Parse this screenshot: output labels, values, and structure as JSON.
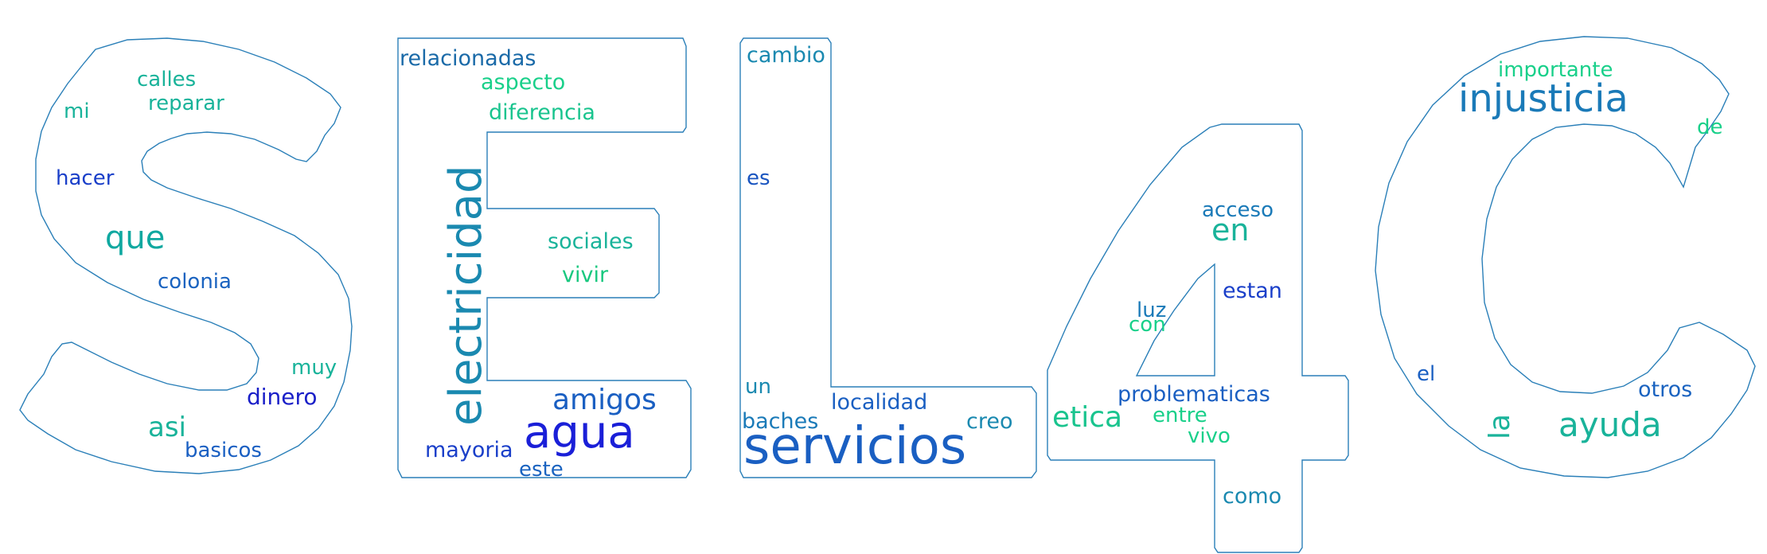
{
  "shape_letters": [
    "S",
    "E",
    "L",
    "4",
    "C"
  ],
  "outline_color": "#2a7fb8",
  "words": [
    {
      "text": "calles",
      "color": "#19b39a"
    },
    {
      "text": "reparar",
      "color": "#19b39a"
    },
    {
      "text": "mi",
      "color": "#19b39a"
    },
    {
      "text": "hacer",
      "color": "#1a3fc9"
    },
    {
      "text": "que",
      "color": "#0fa8a0"
    },
    {
      "text": "colonia",
      "color": "#1a63c0"
    },
    {
      "text": "muy",
      "color": "#19b39a"
    },
    {
      "text": "dinero",
      "color": "#1a1fc8"
    },
    {
      "text": "asi",
      "color": "#19b39a"
    },
    {
      "text": "basicos",
      "color": "#1a5fc2"
    },
    {
      "text": "relacionadas",
      "color": "#1a6aa8"
    },
    {
      "text": "aspecto",
      "color": "#19d08a"
    },
    {
      "text": "diferencia",
      "color": "#19c48e"
    },
    {
      "text": "electricidad",
      "color": "#1a89b0"
    },
    {
      "text": "sociales",
      "color": "#19b39a"
    },
    {
      "text": "vivir",
      "color": "#19c87f"
    },
    {
      "text": "amigos",
      "color": "#1a5fc2"
    },
    {
      "text": "agua",
      "color": "#1a1fd8"
    },
    {
      "text": "mayoria",
      "color": "#1a3fc9"
    },
    {
      "text": "este",
      "color": "#1a63c0"
    },
    {
      "text": "cambio",
      "color": "#1a89b0"
    },
    {
      "text": "es",
      "color": "#1a55c0"
    },
    {
      "text": "un",
      "color": "#1a89b0"
    },
    {
      "text": "baches",
      "color": "#1a7ab8"
    },
    {
      "text": "localidad",
      "color": "#1a5fc2"
    },
    {
      "text": "creo",
      "color": "#1a89b0"
    },
    {
      "text": "servicios",
      "color": "#1a5fc2"
    },
    {
      "text": "acceso",
      "color": "#1a7ab8"
    },
    {
      "text": "en",
      "color": "#19b39a"
    },
    {
      "text": "estan",
      "color": "#1a3fc9"
    },
    {
      "text": "luz",
      "color": "#1a7ab8"
    },
    {
      "text": "con",
      "color": "#19d08a"
    },
    {
      "text": "problematicas",
      "color": "#1a5fc2"
    },
    {
      "text": "etica",
      "color": "#19c48e"
    },
    {
      "text": "entre",
      "color": "#19d08a"
    },
    {
      "text": "vivo",
      "color": "#19d08a"
    },
    {
      "text": "como",
      "color": "#1a89b0"
    },
    {
      "text": "importante",
      "color": "#19d08a"
    },
    {
      "text": "injusticia",
      "color": "#1a7ab8"
    },
    {
      "text": "de",
      "color": "#19d08a"
    },
    {
      "text": "el",
      "color": "#1a5fc2"
    },
    {
      "text": "la",
      "color": "#19b39a"
    },
    {
      "text": "ayuda",
      "color": "#19b39a"
    },
    {
      "text": "otros",
      "color": "#1a63c0"
    }
  ]
}
